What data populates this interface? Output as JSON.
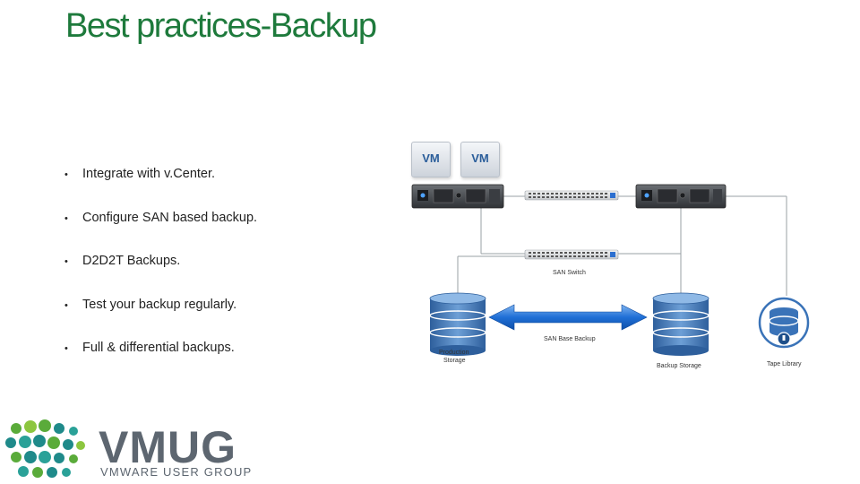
{
  "slide": {
    "title": "Best practices-Backup",
    "bullets": [
      "Integrate with v.Center.",
      "Configure SAN based backup.",
      "D2D2T Backups.",
      "Test your backup regularly.",
      "Full & differential backups."
    ],
    "bullet_symbol": "•"
  },
  "diagram": {
    "vm1_label": "VM",
    "vm2_label": "VM",
    "san_switch_label": "SAN Switch",
    "san_backup_label": "SAN Base Backup",
    "production_storage_label_line1": "Production",
    "production_storage_label_line2": "Storage",
    "backup_storage_label": "Backup Storage",
    "tape_library_label": "Tape Library",
    "colors": {
      "arrow": "#1f6fd6",
      "database": "#3a73b8",
      "line": "#9aa0a6"
    }
  },
  "logo": {
    "wordmark": "VMUG",
    "tagline": "VMWARE USER GROUP",
    "colors": {
      "green": "#5aab3a",
      "teal": "#1f8a8a",
      "gray": "#5d6670"
    }
  }
}
